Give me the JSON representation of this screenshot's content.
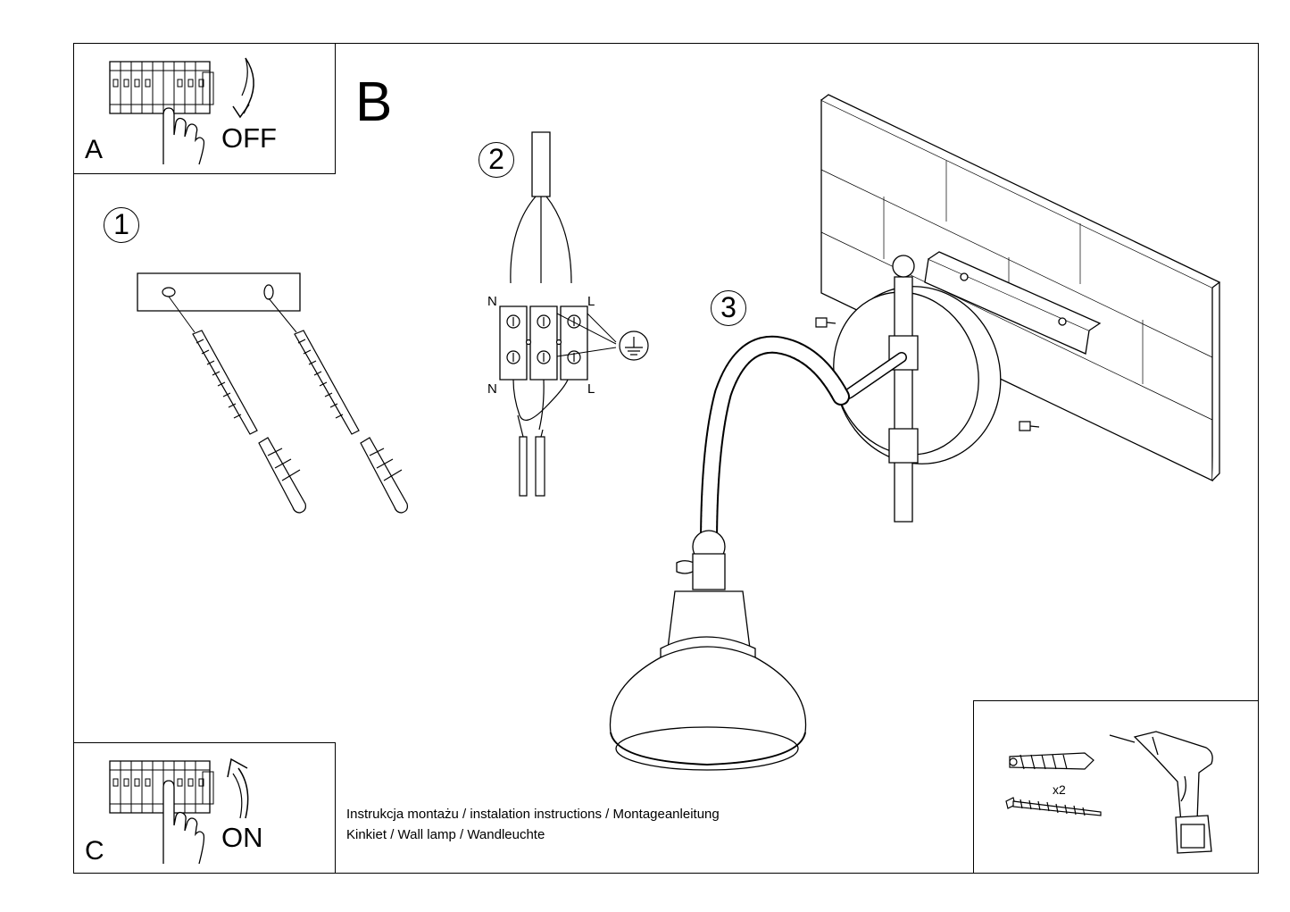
{
  "panels": {
    "a": {
      "letter": "A",
      "action": "OFF"
    },
    "c": {
      "letter": "C",
      "action": "ON"
    },
    "b": {
      "letter": "B"
    }
  },
  "steps": {
    "one": "1",
    "two": "2",
    "three": "3"
  },
  "wiring": {
    "n_top": "N",
    "l_top": "L",
    "n_bottom": "N",
    "l_bottom": "L"
  },
  "tools": {
    "quantity": "x2"
  },
  "caption": {
    "line1": "Instrukcja montażu / instalation instructions / Montageanleitung",
    "line2": "Kinkiet / Wall lamp / Wandleuchte"
  }
}
